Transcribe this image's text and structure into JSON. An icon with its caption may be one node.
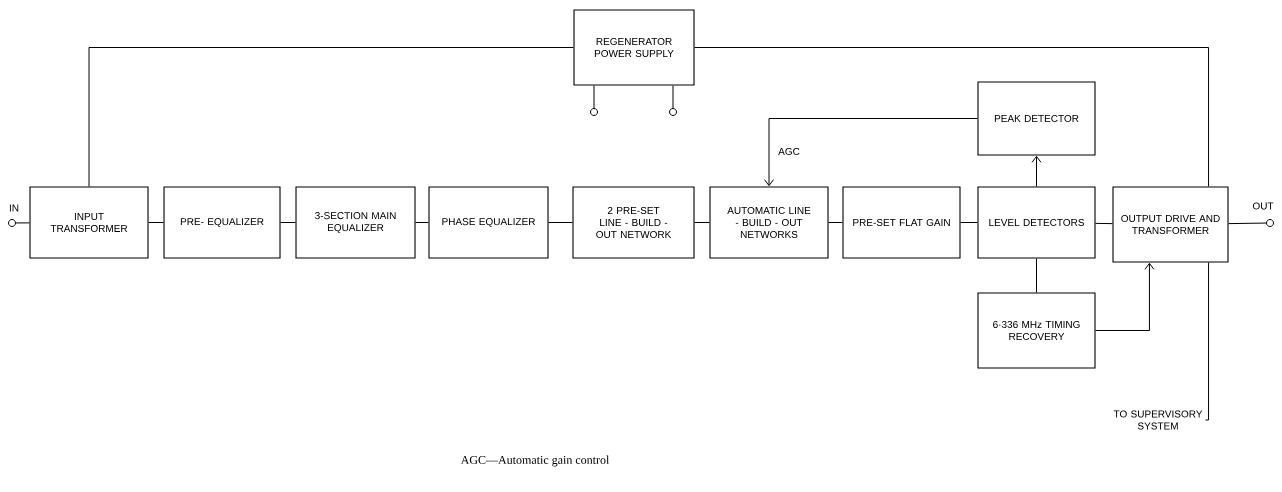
{
  "diagram": {
    "caption": "AGC—Automatic gain control",
    "nodes": [
      {
        "text": [],
        "shape": "circle",
        "beside": [
          "IN"
        ]
      },
      {
        "text": [
          "INPUT TRANSFORMER"
        ]
      },
      {
        "text": [
          "PRE- EQUALIZER"
        ]
      },
      {
        "text": [
          "3-SECTION MAIN EQUALIZER"
        ]
      },
      {
        "text": [
          "PHASE EQUALIZER"
        ]
      },
      {
        "text": [
          "2 PRE-SET LINE - BUILD - OUT NETWORK"
        ]
      },
      {
        "text": [
          "AUTOMATIC LINE - BUILD - OUT NETWORKS"
        ]
      },
      {
        "text": [
          "PRE-SET FLAT GAIN"
        ]
      },
      {
        "text": [
          "LEVEL DETECTORS"
        ]
      },
      {
        "text": [
          "OUTPUT DRIVE AND TRANSFORMER"
        ]
      },
      {
        "text": [],
        "shape": "circle",
        "beside": [
          "OUT"
        ]
      },
      {
        "text": [
          "REGENERATOR POWER SUPPLY"
        ]
      },
      {
        "text": [],
        "shape": "circle"
      },
      {
        "text": [],
        "shape": "circle"
      },
      {
        "text": [
          "PEAK DETECTOR"
        ]
      },
      {
        "text": [
          "6·336 MHz TIMING RECOVERY"
        ]
      },
      {
        "text": [
          "TO SUPERVISORY SYSTEM"
        ]
      }
    ],
    "edges": [
      {
        "from": 0,
        "to": 1,
        "arrow": "none"
      },
      {
        "from": 1,
        "to": 2,
        "arrow": "none"
      },
      {
        "from": 2,
        "to": 3,
        "arrow": "none"
      },
      {
        "from": 3,
        "to": 4,
        "arrow": "none"
      },
      {
        "from": 4,
        "to": 5,
        "arrow": "none"
      },
      {
        "from": 5,
        "to": 6,
        "arrow": "none"
      },
      {
        "from": 6,
        "to": 7,
        "arrow": "none"
      },
      {
        "from": 7,
        "to": 8,
        "arrow": "none"
      },
      {
        "from": 8,
        "to": 9,
        "arrow": "none"
      },
      {
        "from": 9,
        "to": 10,
        "arrow": "none"
      },
      {
        "from": 1,
        "to": 11,
        "arrow": "none"
      },
      {
        "from": 11,
        "to": 9,
        "arrow": "none"
      },
      {
        "from": 11,
        "to": 12,
        "arrow": "none"
      },
      {
        "from": 11,
        "to": 13,
        "arrow": "none"
      },
      {
        "from": 14,
        "to": 6,
        "arrow": "to",
        "label": "AGC"
      },
      {
        "from": 8,
        "to": 14,
        "arrow": "to"
      },
      {
        "from": 8,
        "to": 15,
        "arrow": "none"
      },
      {
        "from": 15,
        "to": 9,
        "arrow": "to"
      },
      {
        "from": 9,
        "to": 16,
        "arrow": "none"
      }
    ]
  }
}
